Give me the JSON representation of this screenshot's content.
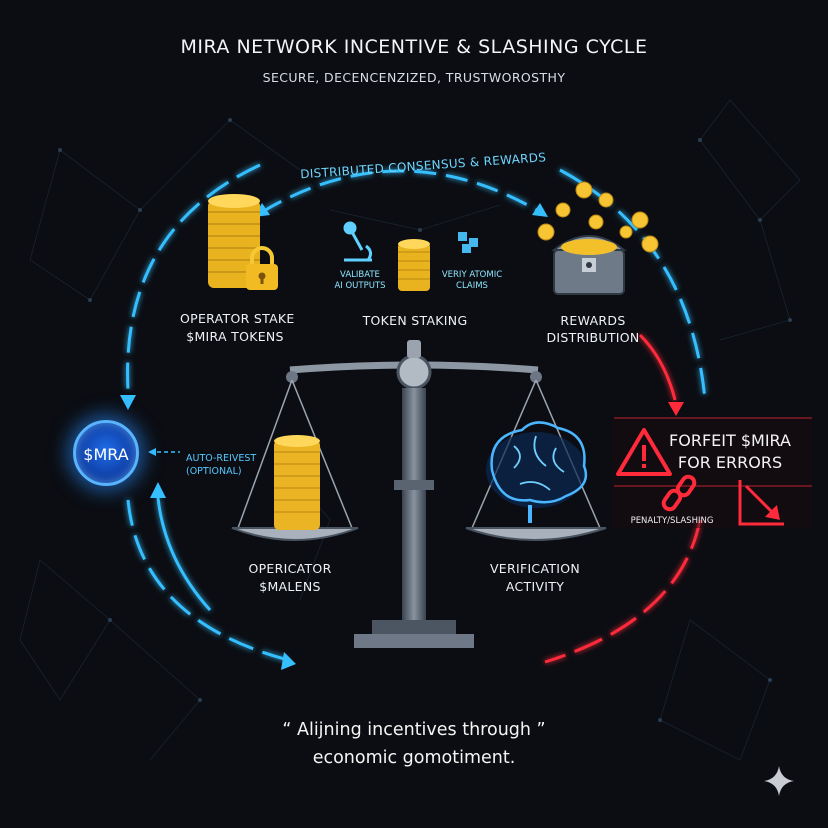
{
  "header": {
    "title": "MIRA NETWORK INCENTIVE & SLASHING CYCLE",
    "subtitle": "SECURE, DECENCENZIZED, TRUSTWOROSTHY"
  },
  "cycle": {
    "arc_label": "DISTRIBUTED CONSENSUS & REWARDS",
    "operator_stake": [
      "OPERATOR STAKE",
      "$MIRA TOKENS"
    ],
    "token_staking": "TOKEN STAKING",
    "validate": [
      "VALIBATE",
      "AI OUTPUTS"
    ],
    "verify": [
      "VERIY ATOMIC",
      "CLAIMS"
    ],
    "rewards": [
      "REWARDS",
      "DISTRIBUTION"
    ],
    "mira_badge": "$MRA",
    "auto_reinvest": [
      "AUTO-REIVEST",
      "(OPTIONAL)"
    ],
    "forfeit": [
      "FORFEIT $MIRA",
      "FOR ERRORS"
    ],
    "penalty": "PENALTY/SLASHING",
    "operator_pan": [
      "OPERICATOR",
      "$MALENS"
    ],
    "verification_pan": [
      "VERIFICATION",
      "ACTIVITY"
    ]
  },
  "quote": {
    "line1": "“ Alijning incentives through ”",
    "line2": "economic gomotiment."
  },
  "colors": {
    "accent_blue": "#35b8ff",
    "danger_red": "#ff2a3a",
    "gold": "#f4c02a"
  },
  "icons": [
    "lock-icon",
    "microscope-icon",
    "cubes-icon",
    "treasure-chest-icon",
    "warning-icon",
    "broken-chain-icon",
    "down-trend-icon",
    "brain-icon",
    "sparkle-icon"
  ]
}
